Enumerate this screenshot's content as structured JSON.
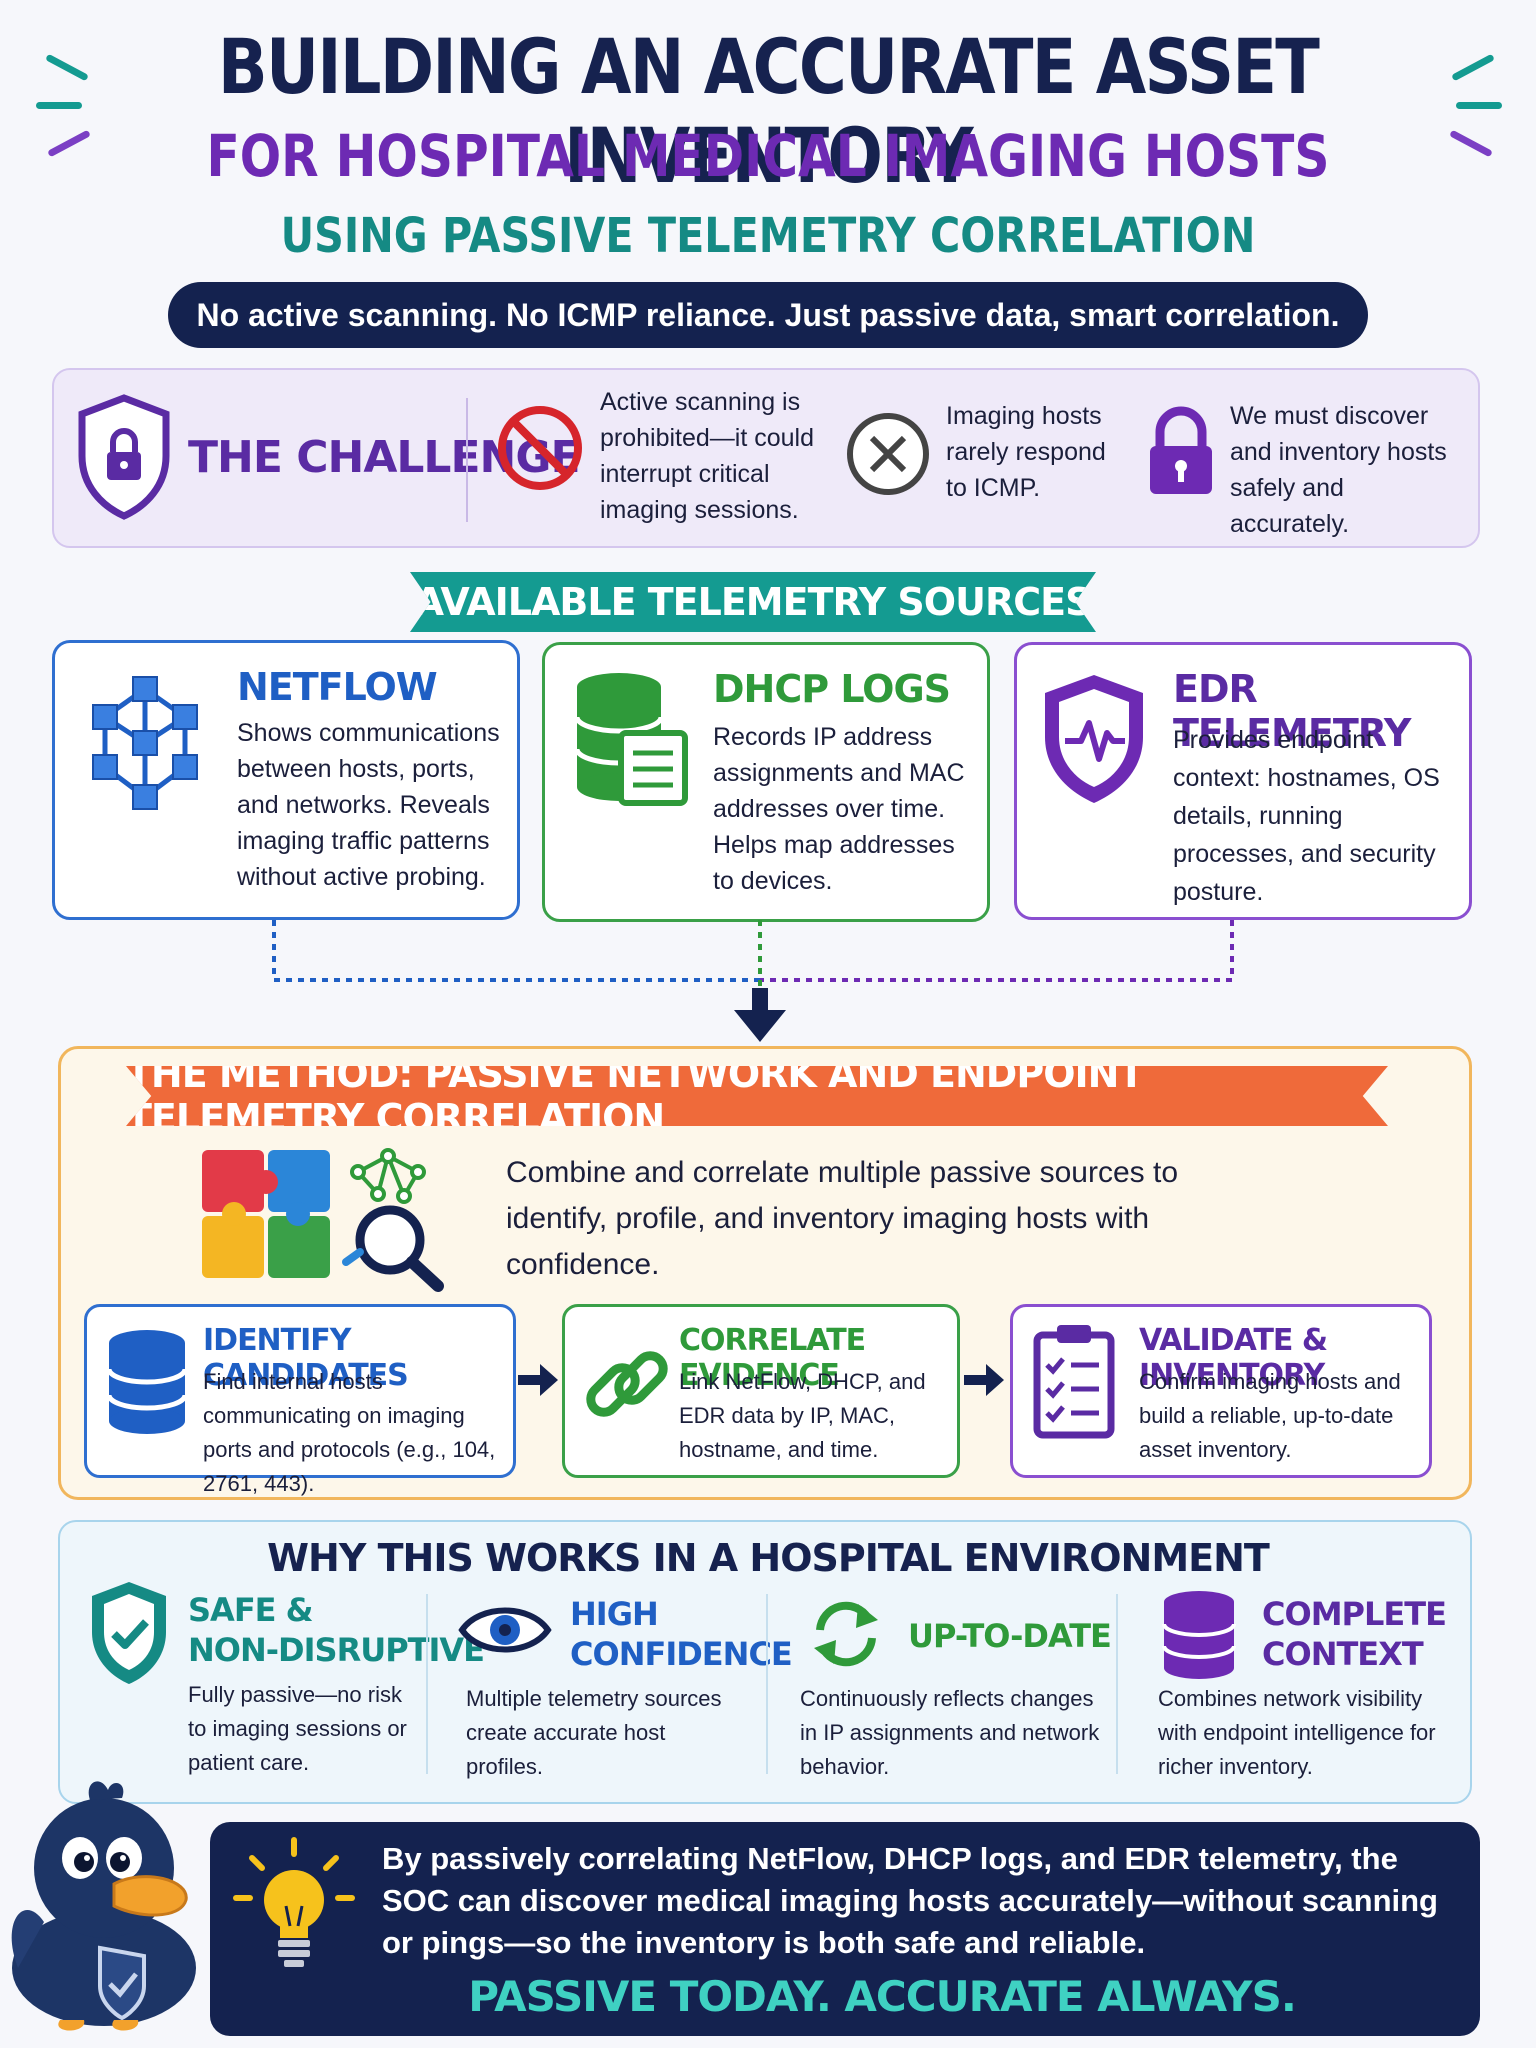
{
  "header": {
    "title": "BUILDING AN ACCURATE ASSET INVENTORY",
    "subtitle": "FOR HOSPITAL MEDICAL IMAGING HOSTS",
    "subtitle2": "USING PASSIVE TELEMETRY CORRELATION",
    "tagline": "No active scanning. No ICMP reliance. Just passive data, smart correlation."
  },
  "challenge": {
    "title": "THE CHALLENGE",
    "items": [
      {
        "icon": "prohibited-icon",
        "text": "Active scanning is prohibited—it could interrupt critical imaging sessions."
      },
      {
        "icon": "x-circle-icon",
        "text": "Imaging hosts rarely respond to ICMP."
      },
      {
        "icon": "padlock-icon",
        "text": "We must discover and inventory hosts safely and accurately."
      }
    ]
  },
  "telemetry": {
    "banner": "AVAILABLE TELEMETRY SOURCES",
    "sources": [
      {
        "title": "NETFLOW",
        "text": "Shows communications between hosts, ports, and networks. Reveals imaging traffic patterns without active probing.",
        "color": "#1f5fc4"
      },
      {
        "title": "DHCP LOGS",
        "text": "Records IP address assignments and MAC addresses over time. Helps map addresses to devices.",
        "color": "#2f9a3a"
      },
      {
        "title": "EDR TELEMETRY",
        "text": "Provides endpoint context: hostnames, OS details, running processes, and security posture.",
        "color": "#6d2ab3"
      }
    ]
  },
  "method": {
    "banner": "THE METHOD: PASSIVE NETWORK AND ENDPOINT TELEMETRY CORRELATION",
    "description": "Combine and correlate multiple passive sources to identify, profile, and inventory imaging hosts with confidence.",
    "steps": [
      {
        "title": "IDENTIFY CANDIDATES",
        "text": "Find internal hosts communicating on imaging ports and protocols (e.g., 104, 2761, 443).",
        "color": "#1f5fc4"
      },
      {
        "title": "CORRELATE EVIDENCE",
        "text": "Link NetFlow, DHCP, and EDR data by IP, MAC, hostname, and time.",
        "color": "#2f9a3a"
      },
      {
        "title": "VALIDATE & INVENTORY",
        "text": "Confirm imaging hosts and build a reliable, up-to-date asset inventory.",
        "color": "#6d2ab3"
      }
    ]
  },
  "why": {
    "title": "WHY THIS WORKS IN A HOSPITAL ENVIRONMENT",
    "items": [
      {
        "title": "SAFE & NON-DISRUPTIVE",
        "line1": "SAFE &",
        "line2": "NON-DISRUPTIVE",
        "text": "Fully passive—no risk to imaging sessions or patient care.",
        "color": "#158a84"
      },
      {
        "title": "HIGH CONFIDENCE",
        "line1": "HIGH",
        "line2": "CONFIDENCE",
        "text": "Multiple telemetry sources create accurate host profiles.",
        "color": "#1f5fc4"
      },
      {
        "title": "UP-TO-DATE",
        "line1": "UP-TO-DATE",
        "line2": "",
        "text": "Continuously reflects changes in IP assignments and network behavior.",
        "color": "#2f9a3a"
      },
      {
        "title": "COMPLETE CONTEXT",
        "line1": "COMPLETE",
        "line2": "CONTEXT",
        "text": "Combines network visibility with endpoint intelligence for richer inventory.",
        "color": "#6d2ab3"
      }
    ]
  },
  "summary": {
    "text": "By passively correlating NetFlow, DHCP logs, and EDR telemetry, the SOC can discover medical imaging hosts accurately—without scanning or pings—so the inventory is both safe and reliable.",
    "slogan": "PASSIVE TODAY. ACCURATE ALWAYS."
  },
  "colors": {
    "navy": "#14224f",
    "purple": "#6d2ab3",
    "teal": "#158a84",
    "orange": "#ef6a3a",
    "blue": "#1f5fc4",
    "green": "#2f9a3a"
  }
}
